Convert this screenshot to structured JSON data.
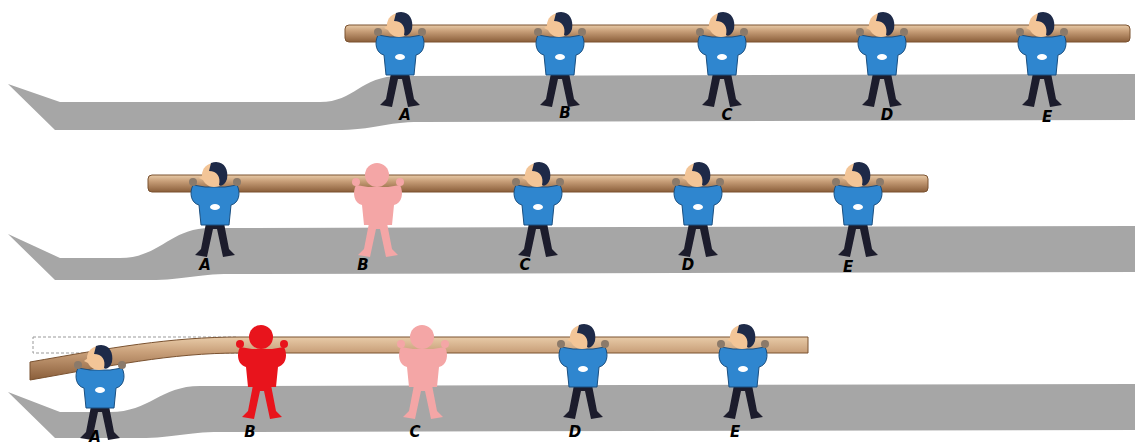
{
  "diagram": {
    "labels": [
      "A",
      "B",
      "C",
      "D",
      "E",
      "A",
      "B",
      "C",
      "D",
      "E",
      "A",
      "B",
      "C",
      "D",
      "E"
    ]
  }
}
